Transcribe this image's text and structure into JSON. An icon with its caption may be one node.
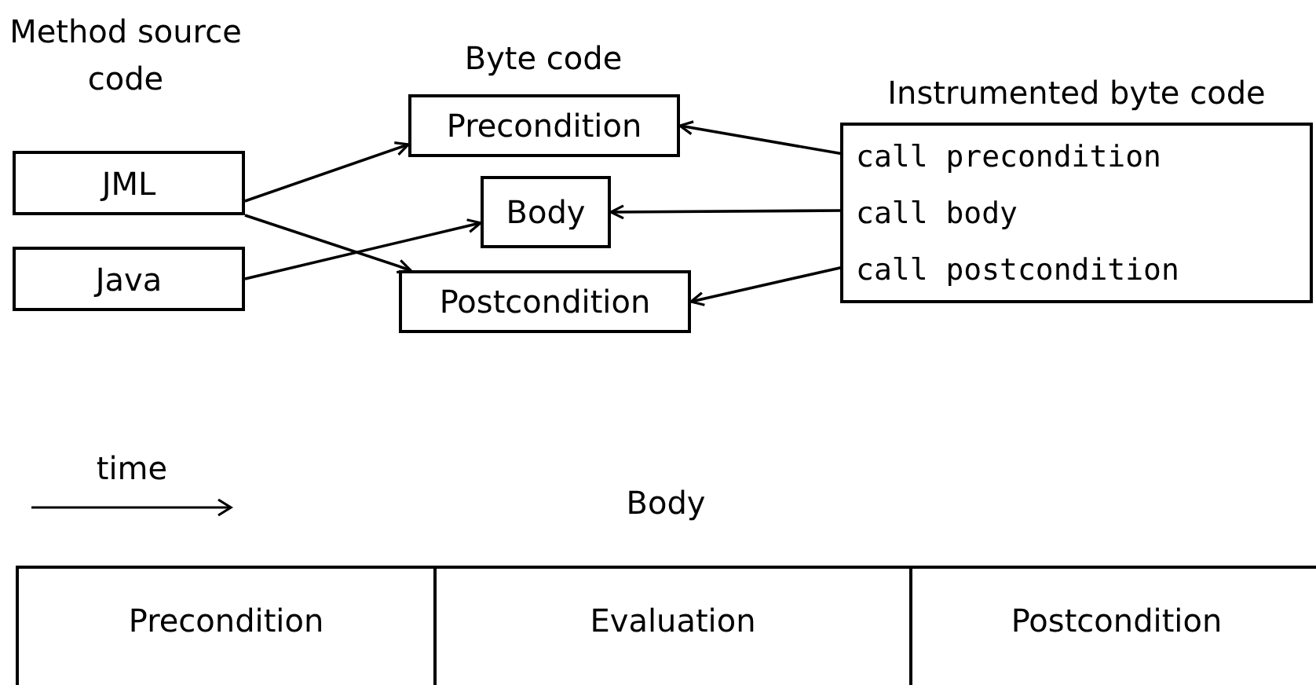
{
  "diagram": {
    "nodes": [
      {
        "text": [
          "JML"
        ]
      },
      {
        "text": [
          "Java"
        ]
      },
      {
        "text": [
          "Precondition"
        ]
      },
      {
        "text": [
          "Body"
        ]
      },
      {
        "text": [
          "Postcondition"
        ]
      },
      {
        "text": [
          "Instrumented byte code"
        ]
      },
      {
        "text": [
          "call precondition"
        ],
        "in": 5
      },
      {
        "text": [
          "call body"
        ],
        "in": 5
      },
      {
        "text": [
          "call postcondition"
        ],
        "in": 5
      },
      {
        "text": [
          "Precondition"
        ]
      },
      {
        "text": [
          "Evaluation"
        ]
      },
      {
        "text": [
          "Postcondition"
        ]
      }
    ],
    "edges": [
      {
        "from": 0,
        "to": 2,
        "arrow": "to"
      },
      {
        "from": 0,
        "to": 4,
        "arrow": "to"
      },
      {
        "from": 1,
        "to": 3,
        "arrow": "to"
      },
      {
        "from": 6,
        "to": 2,
        "arrow": "to"
      },
      {
        "from": 7,
        "to": 3,
        "arrow": "to"
      },
      {
        "from": 8,
        "to": 4,
        "arrow": "to"
      }
    ],
    "labels": [
      "Method source code",
      "Byte code",
      "time",
      "Body"
    ]
  }
}
